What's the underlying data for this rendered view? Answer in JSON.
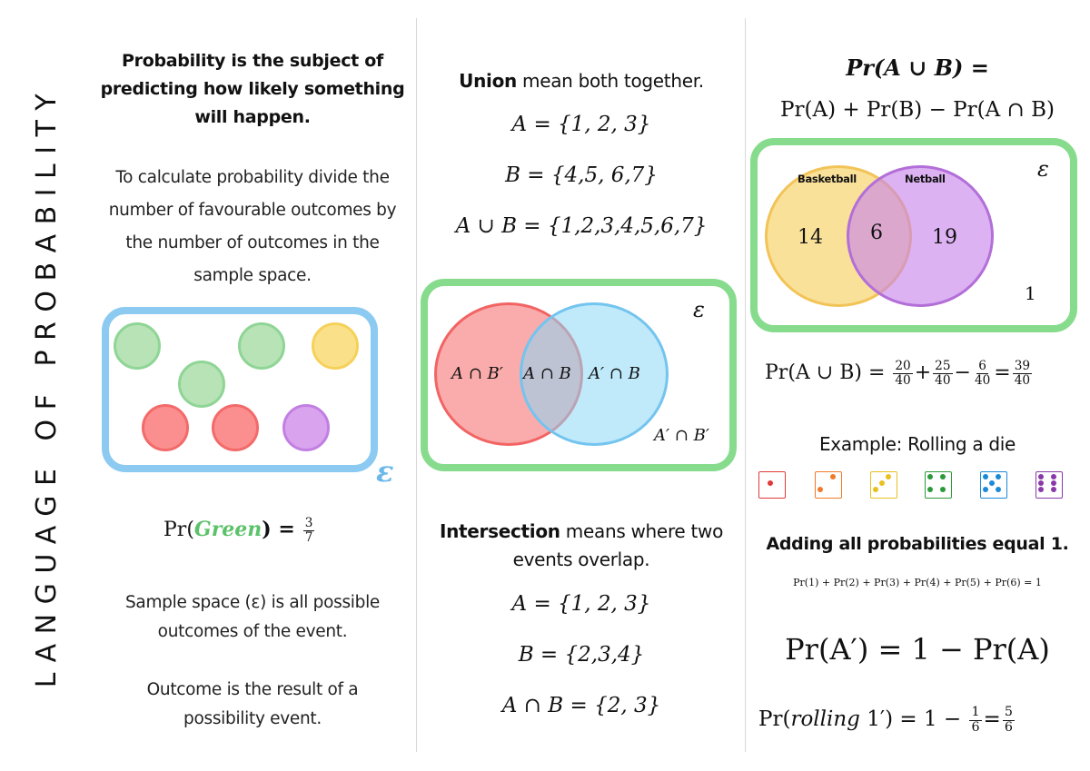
{
  "title": "LANGUAGE OF PROBABILITY",
  "col1": {
    "intro": "Probability is the subject of predicting how likely something will happen.",
    "calc": "To calculate probability divide the number of favourable outcomes by the number of outcomes in the sample space.",
    "epsilon": "ε",
    "formula_pre": "Pr(",
    "formula_green": "Green",
    "formula_post": ") =",
    "formula_num": "3",
    "formula_den": "7",
    "sample_space": "Sample space (ε) is all possible outcomes of the event.",
    "outcome": "Outcome is the result of a possibility event."
  },
  "col2": {
    "union_word": "Union",
    "union_rest": " mean both together.",
    "set_a": "A = {1, 2, 3}",
    "set_b": "B = {4,5, 6,7}",
    "union_result": "A ∪ B = {1,2,3,4,5,6,7}",
    "epsilon": "ε",
    "region_a_not_b": "A ∩ B′",
    "region_a_and_b": "A ∩ B",
    "region_not_a_b": "A′ ∩ B",
    "region_outside": "A′ ∩ B′",
    "intersection_word": "Intersection",
    "intersection_rest": " means where two events overlap.",
    "set_a2": "A = {1, 2, 3}",
    "set_b2": "B = {2,3,4}",
    "intersection_result": "A ∩ B = {2, 3}"
  },
  "col3": {
    "union_formula_line1": "Pr(A ∪ B) =",
    "union_formula_line2": "Pr(A) + Pr(B) − Pr(A ∩ B)",
    "venn_label_a": "Basketball",
    "venn_label_b": "Netball",
    "venn_only_a": "14",
    "venn_both": "6",
    "venn_only_b": "19",
    "venn_outside": "1",
    "epsilon": "ε",
    "calc_pre": "Pr(A ∪ B) =",
    "f1_num": "20",
    "f1_den": "40",
    "op1": "+",
    "f2_num": "25",
    "f2_den": "40",
    "op2": "−",
    "f3_num": "6",
    "f3_den": "40",
    "op3": "=",
    "f4_num": "39",
    "f4_den": "40",
    "example": "Example: Rolling a die",
    "dice": [
      {
        "value": 1,
        "color": "#e03a3a"
      },
      {
        "value": 2,
        "color": "#f07a2a"
      },
      {
        "value": 3,
        "color": "#e8c020"
      },
      {
        "value": 4,
        "color": "#2a9a3a"
      },
      {
        "value": 5,
        "color": "#1a8ad8"
      },
      {
        "value": 6,
        "color": "#8a3aa8"
      }
    ],
    "adding": "Adding all probabilities equal 1.",
    "sum_formula": "Pr(1) + Pr(2) + Pr(3) + Pr(4) + Pr(5) + Pr(6) = 1",
    "complement": "Pr(A′) = 1 − Pr(A)",
    "rolling_pre": "Pr(",
    "rolling_word": "rolling",
    "rolling_mid": " 1′) = 1 −",
    "r1_num": "1",
    "r1_den": "6",
    "r_eq": "=",
    "r2_num": "5",
    "r2_den": "6"
  },
  "colors": {
    "blue_frame": "#8ccaf2",
    "green_frame": "#86dc8c",
    "green_text": "#5cc26a",
    "epsilon_blue": "#6bb8ea"
  }
}
